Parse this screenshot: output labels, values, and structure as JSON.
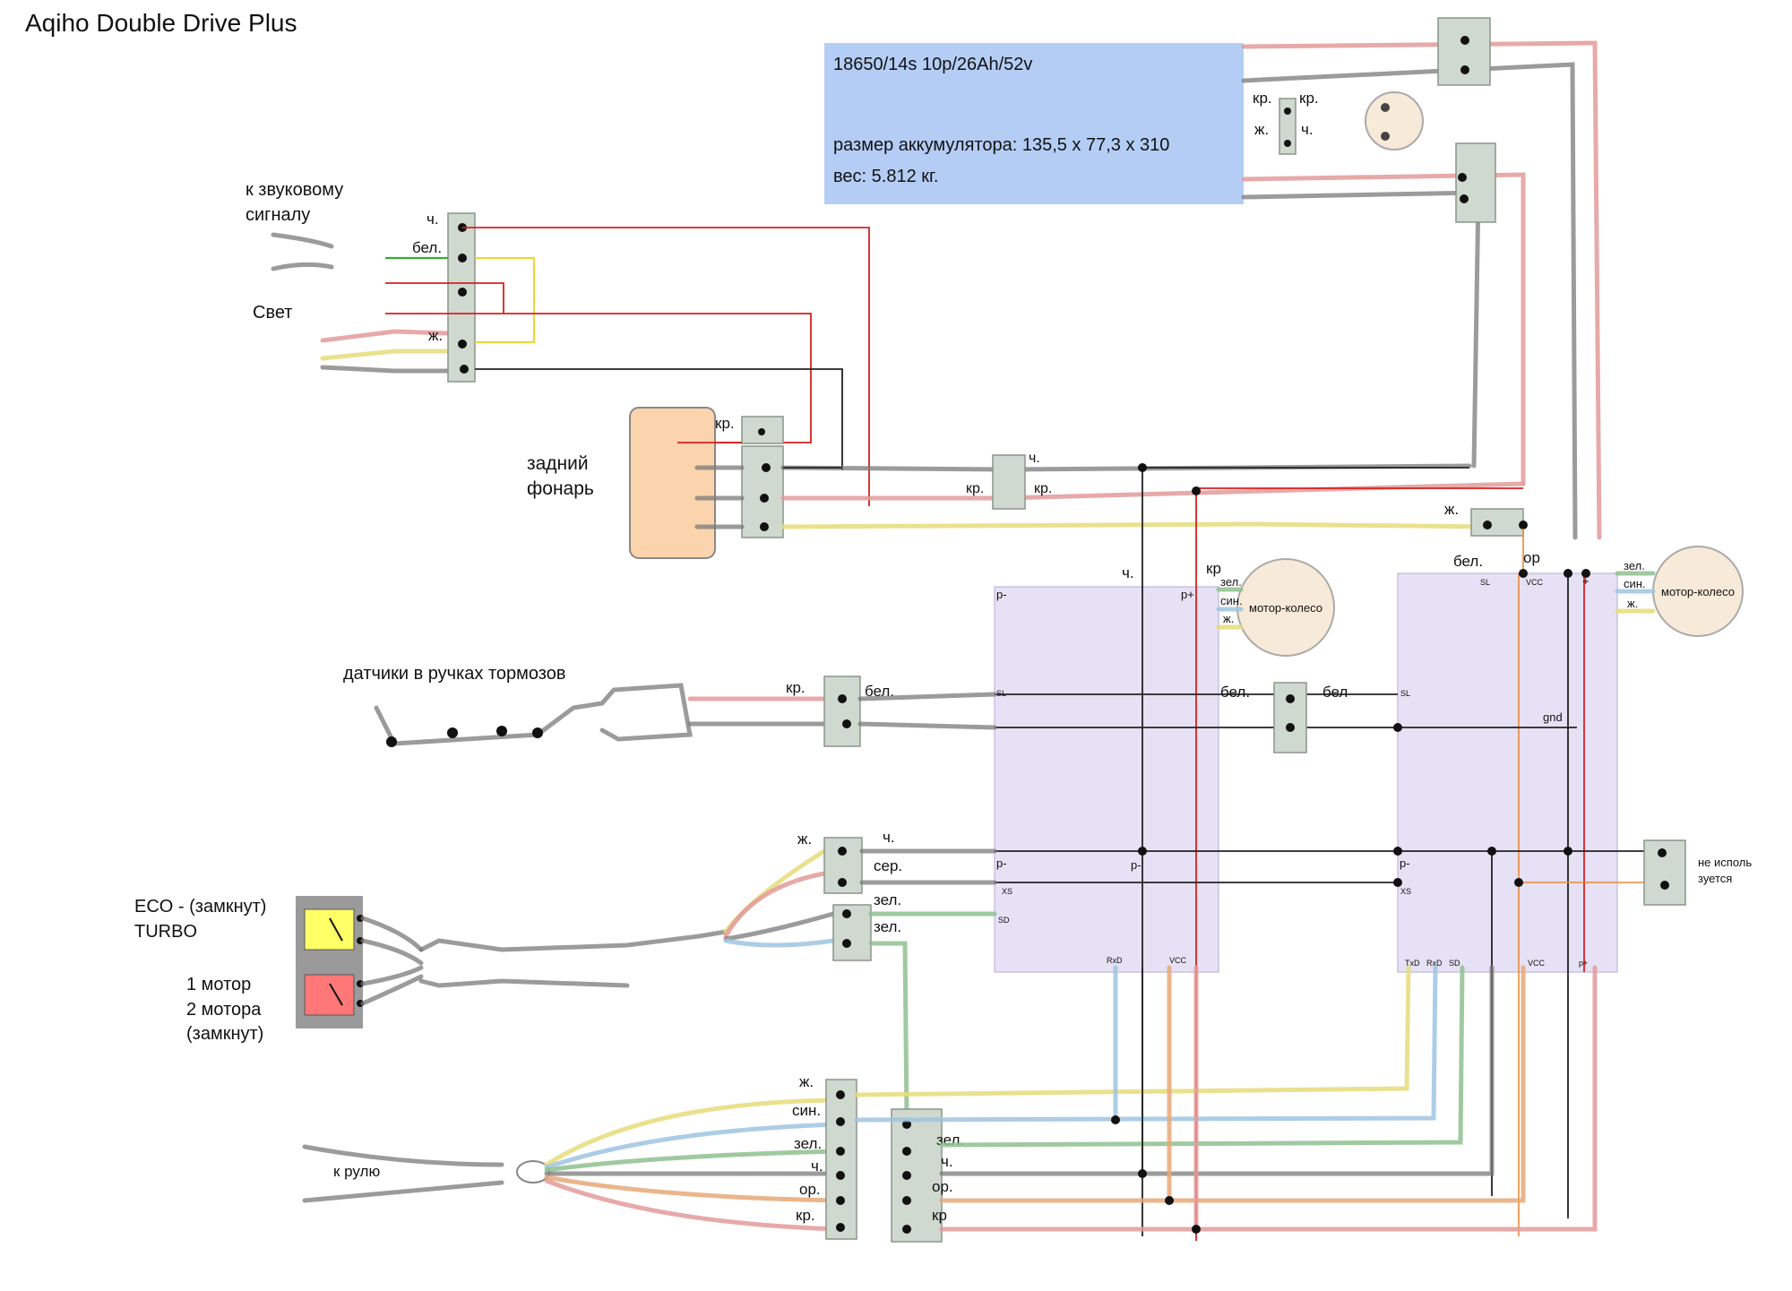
{
  "title": "Aqiho Double Drive Plus",
  "battery": {
    "line1": "18650/14s 10p/26Ah/52v",
    "line2": "размер аккумулятора:  135,5 х 77,3 х 310",
    "line3": "вес: 5.812 кг.",
    "label_kr1": "кр.",
    "label_kr2": "кр.",
    "label_zh": "ж.",
    "label_ch": "ч."
  },
  "labels": {
    "horn": "к звуковому",
    "horn2": "сигналу",
    "light": "Свет",
    "rear_lamp": "задний",
    "rear_lamp2": "фонарь",
    "brake_sensors": "датчики в ручках тормозов",
    "eco": "ECO - (замкнут)",
    "turbo": "TURBO",
    "one_motor": "1 мотор",
    "two_motors": "2 мотора",
    "closed": "(замкнут)",
    "to_handlebar": "к рулю",
    "motor_wheel_1": "мотор-колесо",
    "motor_wheel_2": "мотор-колесо",
    "not_used": "не исполь",
    "not_used2": "зуется"
  },
  "wire_labels": {
    "ch": "ч.",
    "bel": "бел.",
    "zh": "ж.",
    "kr": "кр.",
    "kr_nodot": "кр",
    "bel_nodot": "бел",
    "ser": "сер.",
    "zel": "зел.",
    "sin": "син.",
    "or": "ор.",
    "or_nodot": "ор",
    "kp": "кр.",
    "zel_nodot": "зел."
  },
  "controller_labels": {
    "p_minus": "p-",
    "p_plus": "p+",
    "sl": "SL",
    "xs": "XS",
    "sd": "SD",
    "rxd": "RxD",
    "vcc": "VCC",
    "txd": "TxD",
    "plus": "+",
    "gnd": "gnd"
  },
  "colors": {
    "red": "#d62020",
    "yellow": "#e8d840",
    "black": "#222222",
    "green": "#3aa83a",
    "blue": "#7ab0d8",
    "orange": "#e88a3a",
    "gray": "#6f6f6f",
    "controller": "#e6e1f4",
    "connector": "#cfd9cf",
    "battery_box": "#b4cdf5",
    "lamp": "#fbd4ad",
    "motor": "#f8ead8",
    "eco_switch": "#ffff66",
    "motor_switch": "#ff7777",
    "switch_frame": "#9a9a9a"
  }
}
